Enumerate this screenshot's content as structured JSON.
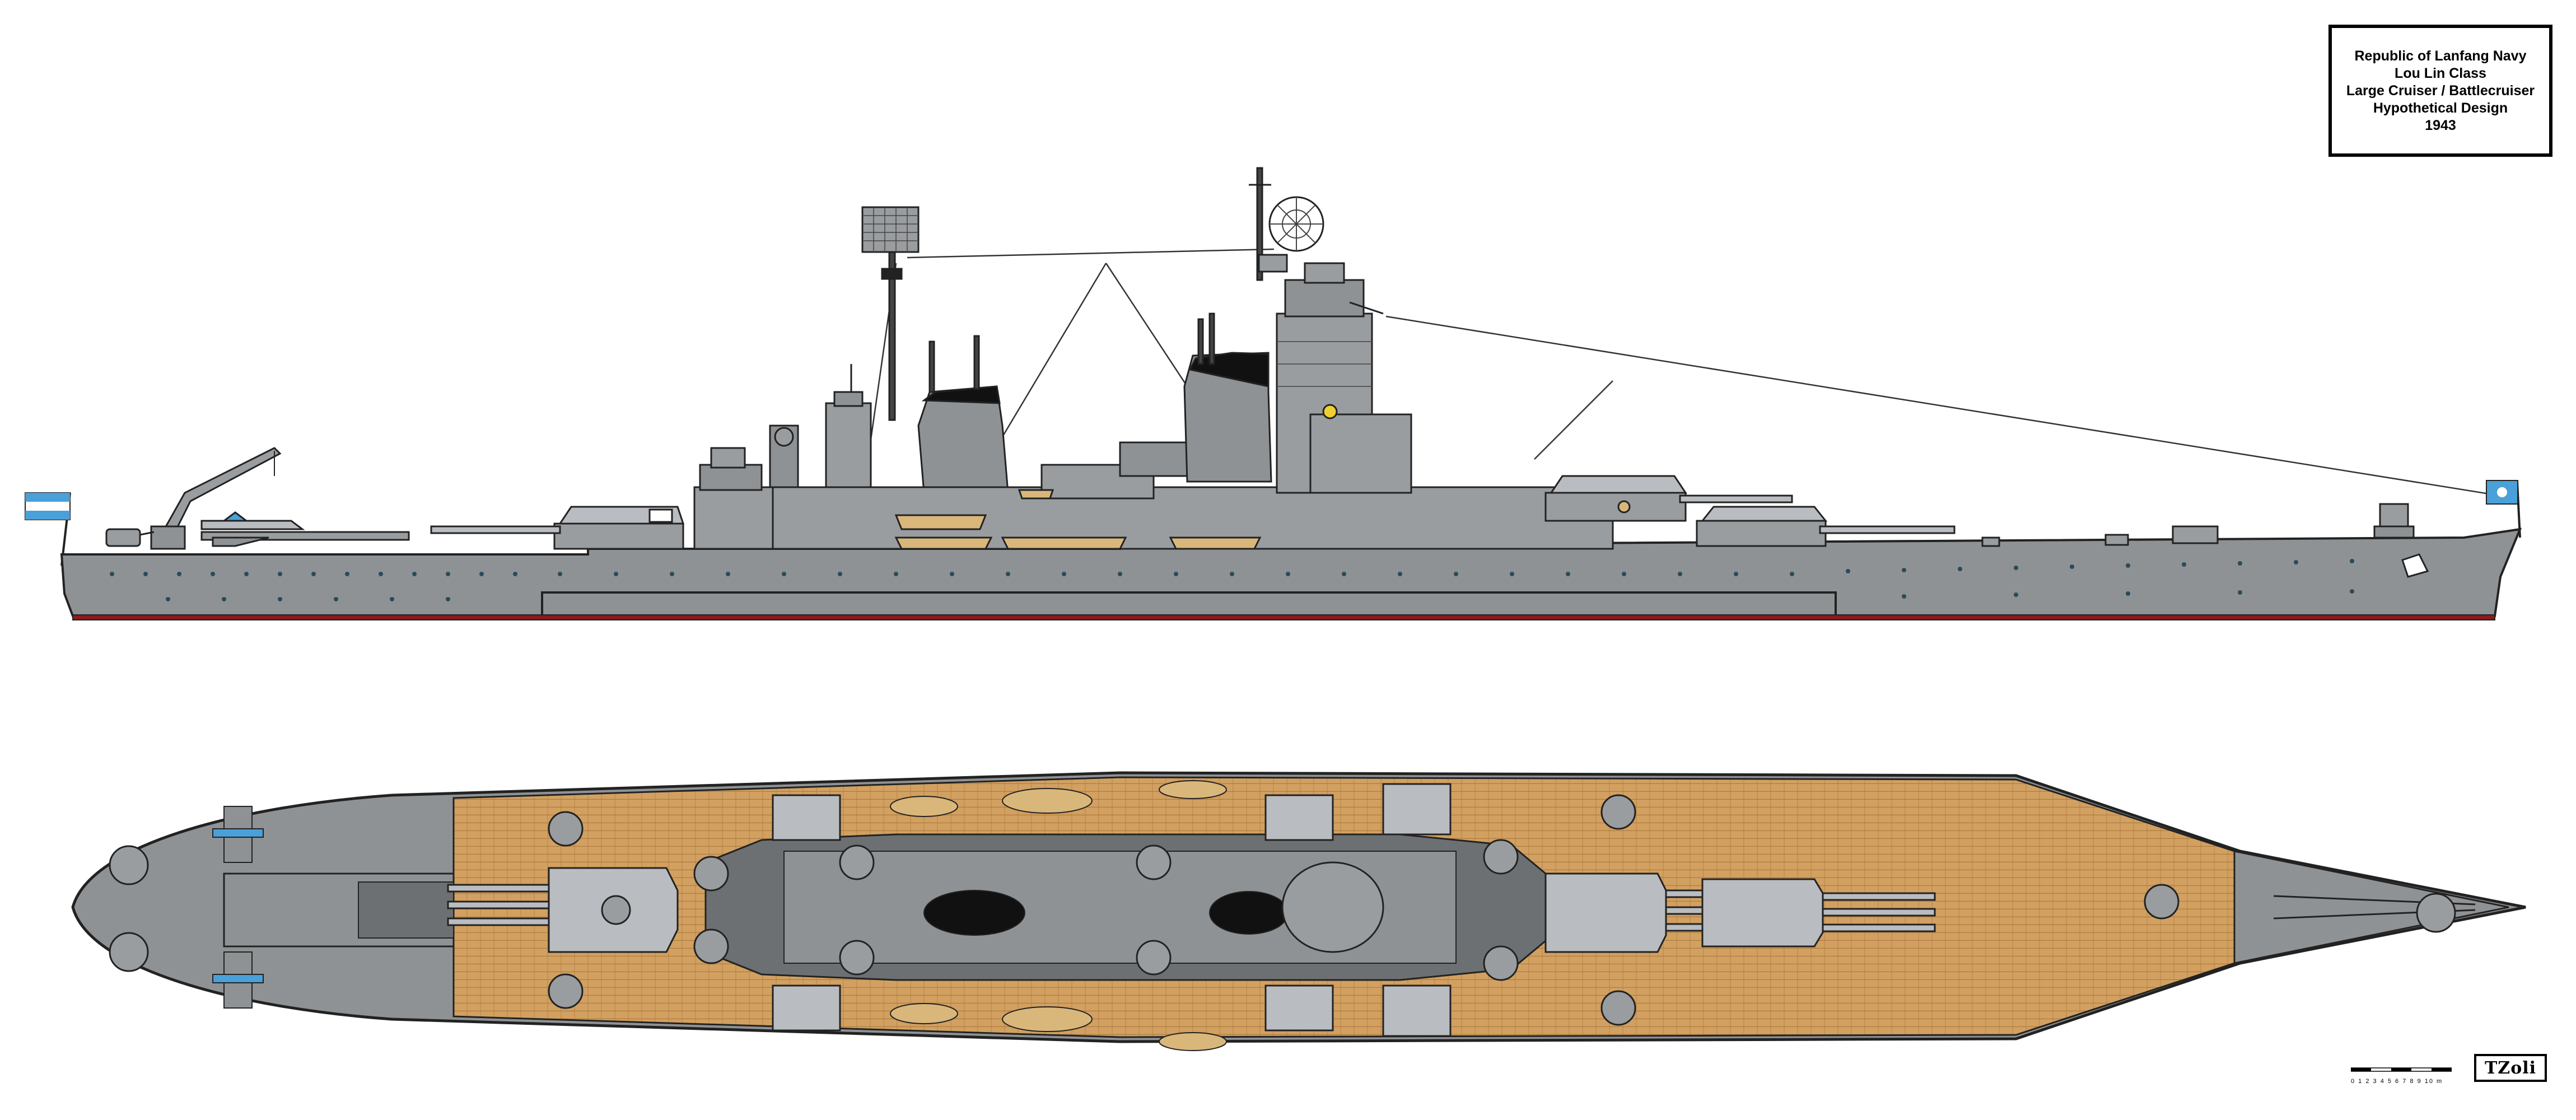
{
  "title_block": {
    "lines": [
      "Republic of Lanfang Navy",
      "Lou Lin Class",
      "Large Cruiser / Battlecruiser",
      "Hypothetical Design",
      "1943"
    ]
  },
  "scale": {
    "label": "0 1 2 3 4 5 6 7 8 9 10 m"
  },
  "signature": {
    "text": "TZoli"
  },
  "colors": {
    "hull_gray": "#8f9294",
    "hull_dark": "#6d7072",
    "superstructure": "#9a9da0",
    "turret_light": "#c0c3c6",
    "deck_wood": "#d2a060",
    "deck_plank": "#b07d40",
    "boot_topping": "#8b1a1a",
    "black": "#111111",
    "flag_blue": "#4aa0d8",
    "boat_tan": "#d9b77a"
  },
  "views": {
    "profile": {
      "name": "side-profile-view"
    },
    "plan": {
      "name": "top-plan-view"
    }
  }
}
